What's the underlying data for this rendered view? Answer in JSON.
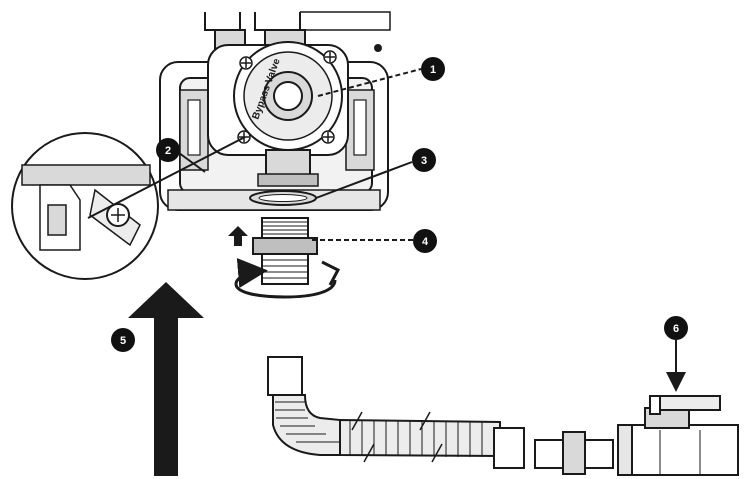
{
  "diagram": {
    "valve_label": "Bypass Valve",
    "callouts": [
      {
        "id": "callout-1",
        "number": "1"
      },
      {
        "id": "callout-2",
        "number": "2"
      },
      {
        "id": "callout-3",
        "number": "3"
      },
      {
        "id": "callout-4",
        "number": "4"
      },
      {
        "id": "callout-5",
        "number": "5"
      },
      {
        "id": "callout-6",
        "number": "6"
      }
    ]
  },
  "colors": {
    "ink": "#1a1a1a",
    "fill": "#ffffff",
    "shade": "#d9d9d9",
    "mid": "#bfbfbf",
    "badge": "#111111"
  }
}
